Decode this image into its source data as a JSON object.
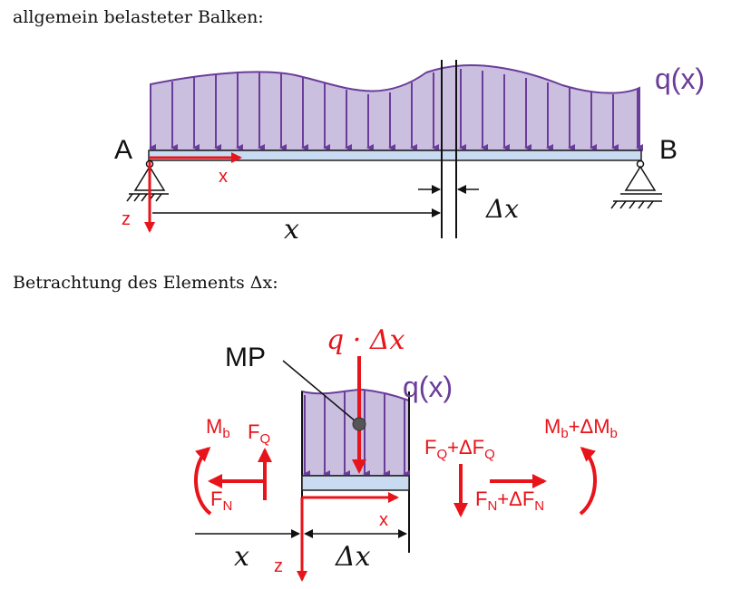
{
  "headings": {
    "beam_title": "allgemein belasteter Balken:",
    "element_title": "Betrachtung des Elements Δx:"
  },
  "beam": {
    "support_left": "A",
    "support_right": "B",
    "load_label": "q(x)",
    "axis_x": "x",
    "axis_z": "z",
    "distance_x": "x",
    "element_width": "Δx"
  },
  "element": {
    "resultant_load": "q · Δx",
    "center_label": "MP",
    "load_label": "q(x)",
    "axis_x": "x",
    "axis_z": "z",
    "distance_x": "x",
    "element_width": "Δx",
    "left_moment": "M",
    "left_moment_sub": "b",
    "left_shear": "F",
    "left_shear_sub": "Q",
    "left_normal": "F",
    "left_normal_sub": "N",
    "right_moment": "M",
    "right_moment_sub": "b",
    "right_moment_plus": "+ΔM",
    "right_moment_plus_sub": "b",
    "right_shear": "F",
    "right_shear_sub": "Q",
    "right_shear_plus": "+ΔF",
    "right_shear_plus_sub": "Q",
    "right_normal": "F",
    "right_normal_sub": "N",
    "right_normal_plus": "+ΔF",
    "right_normal_plus_sub": "N"
  },
  "colors": {
    "load_fill": "#cbbfe0",
    "load_stroke": "#6a3d9a",
    "force_red": "#e8141b",
    "beam_fill": "#c9dbf0",
    "text_black": "#111111"
  }
}
